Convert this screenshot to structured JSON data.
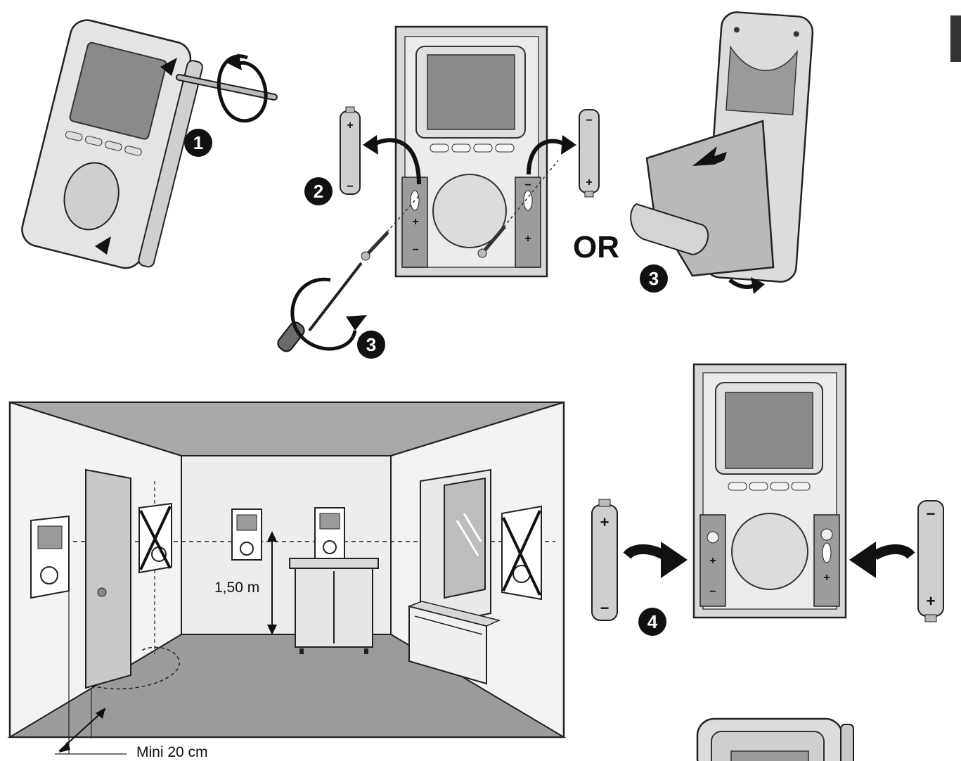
{
  "steps": {
    "step1": "1",
    "step2": "2",
    "step3_screw": "3",
    "step3_clip": "3",
    "step4": "4"
  },
  "or_label": "OR",
  "room": {
    "height_label": "1,50 m",
    "min_distance_label": "Mini 20 cm"
  },
  "battery": {
    "plus": "+",
    "minus": "−"
  },
  "colors": {
    "ink": "#111111",
    "device_light": "#e6e6e6",
    "device_mid": "#c8c8c8",
    "screen": "#8a8a8a",
    "wall": "#f0f0f0",
    "floor": "#9a9a9a",
    "ceiling": "#a8a8a8"
  }
}
